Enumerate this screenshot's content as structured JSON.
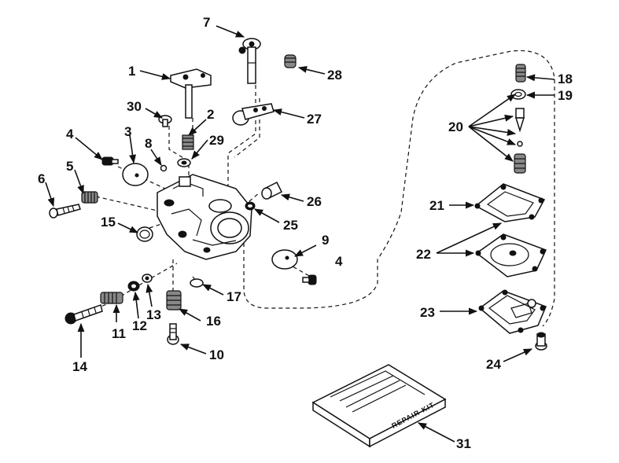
{
  "diagram": {
    "callouts": [
      "1",
      "2",
      "3",
      "4",
      "4",
      "5",
      "6",
      "7",
      "8",
      "9",
      "10",
      "11",
      "12",
      "13",
      "14",
      "15",
      "16",
      "17",
      "18",
      "19",
      "20",
      "21",
      "22",
      "23",
      "24",
      "25",
      "26",
      "27",
      "28",
      "29",
      "30",
      "31"
    ],
    "kit_label": "REPAIR KIT"
  }
}
